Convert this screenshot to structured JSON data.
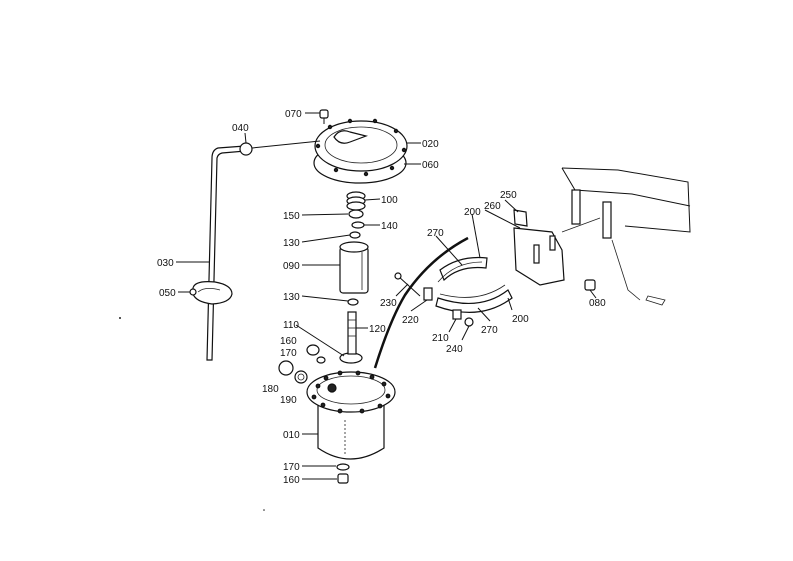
{
  "labels": {
    "p070": "070",
    "p040": "040",
    "p020": "020",
    "p060": "060",
    "p100": "100",
    "p150": "150",
    "p140": "140",
    "p130a": "130",
    "p090": "090",
    "p030": "030",
    "p050": "050",
    "p130b": "130",
    "p110": "110",
    "p120": "120",
    "p160a": "160",
    "p170a": "170",
    "p180": "180",
    "p190": "190",
    "p010": "010",
    "p170b": "170",
    "p160b": "160",
    "p250": "250",
    "p260": "260",
    "p200a": "200",
    "p270a": "270",
    "p230": "230",
    "p220": "220",
    "p210": "210",
    "p240": "240",
    "p270b": "270",
    "p200b": "200",
    "p080": "080"
  }
}
